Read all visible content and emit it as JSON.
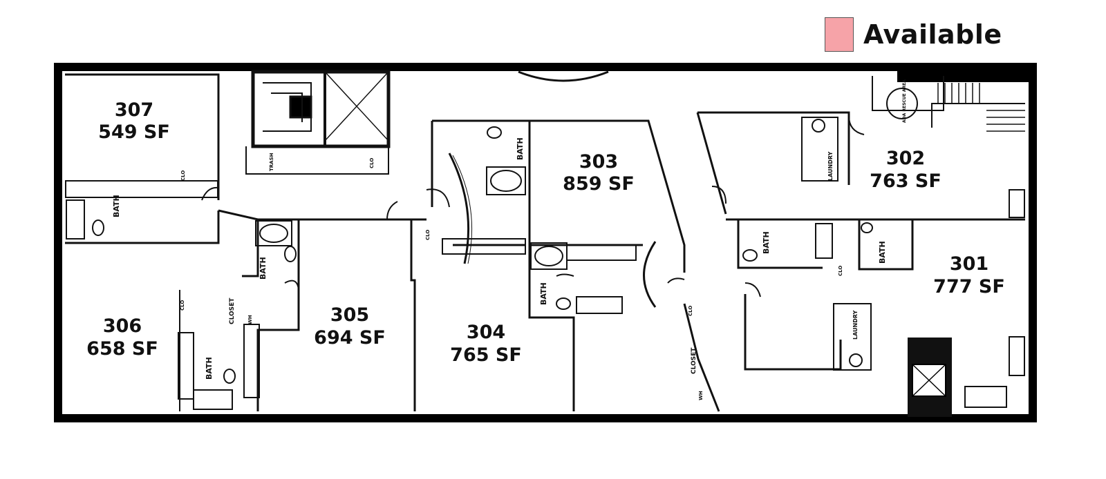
{
  "legend": {
    "label": "Available",
    "swatch_color": "#f6a3a8"
  },
  "colors": {
    "wall": "#000000",
    "line": "#111111",
    "background": "#ffffff"
  },
  "units": [
    {
      "id": "307",
      "number": "307",
      "area": "549 SF"
    },
    {
      "id": "306",
      "number": "306",
      "area": "658 SF"
    },
    {
      "id": "305",
      "number": "305",
      "area": "694 SF"
    },
    {
      "id": "304",
      "number": "304",
      "area": "765 SF"
    },
    {
      "id": "303",
      "number": "303",
      "area": "859 SF"
    },
    {
      "id": "302",
      "number": "302",
      "area": "763 SF"
    },
    {
      "id": "301",
      "number": "301",
      "area": "777 SF"
    }
  ],
  "room_labels": {
    "bath": "BATH",
    "closet": "CLOSET",
    "clo": "CLO",
    "laundry": "LAUNDRY",
    "wh": "WH",
    "trash": "TRASH",
    "ada": "ADA RESCUE AREA"
  }
}
